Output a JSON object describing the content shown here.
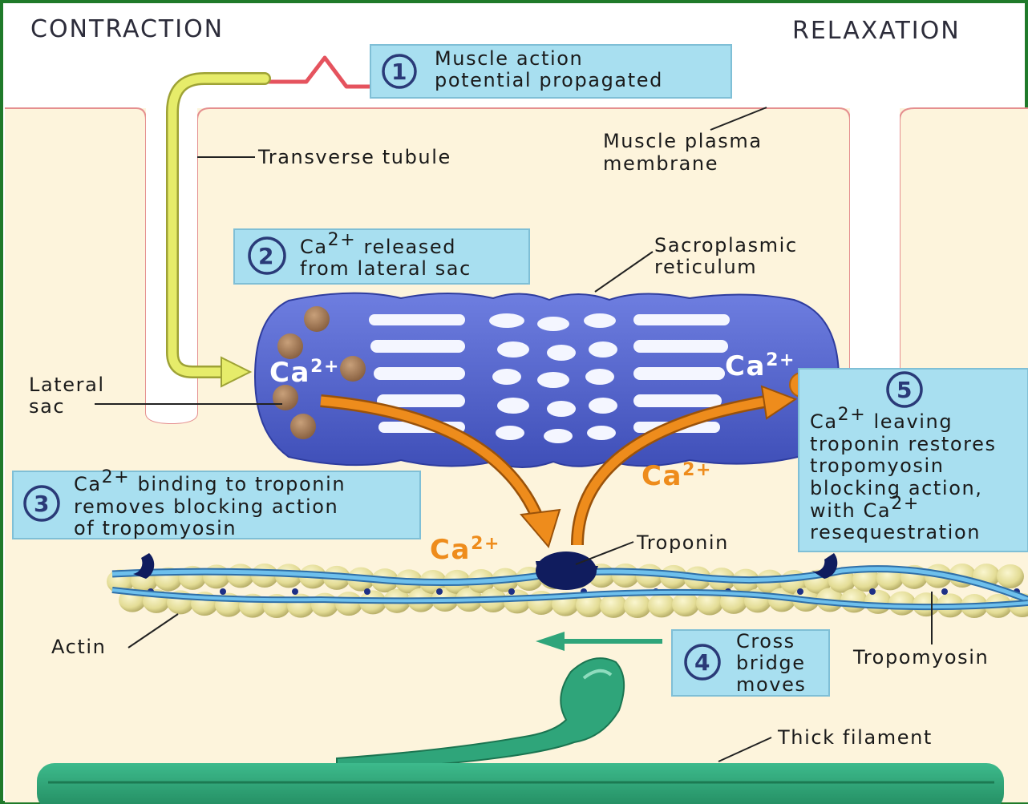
{
  "headers": {
    "left": "CONTRACTION",
    "right": "RELAXATION"
  },
  "steps": [
    {
      "number": "1",
      "lines": [
        "Muscle action",
        "potential propagated"
      ]
    },
    {
      "number": "2",
      "ca": "Ca",
      "ca_sup": "2+",
      "lines": [
        " released",
        "from lateral sac"
      ]
    },
    {
      "number": "3",
      "ca": "Ca",
      "ca_sup": "2+",
      "lines": [
        " binding to troponin",
        "removes blocking action",
        "of tropomyosin"
      ]
    },
    {
      "number": "4",
      "lines": [
        "Cross",
        "bridge",
        "moves"
      ]
    },
    {
      "number": "5",
      "ca": "Ca",
      "ca_sup": "2+",
      "lines": [
        " leaving",
        "troponin restores",
        "tropomyosin",
        "blocking action,",
        "with Ca",
        "resequestration"
      ],
      "ca_sup_2": "2+"
    }
  ],
  "labels": {
    "transverse_tubule": "Transverse tubule",
    "plasma_membrane": [
      "Muscle plasma",
      "membrane"
    ],
    "sarcoplasmic": [
      "Sacroplasmic",
      "reticulum"
    ],
    "lateral_sac": [
      "Lateral",
      "sac"
    ],
    "troponin": "Troponin",
    "actin": "Actin",
    "tropomyosin": "Tropomyosin",
    "thick_filament": "Thick filament"
  },
  "ions": {
    "ca": "Ca",
    "sup": "2+"
  },
  "colors": {
    "frame": "#1f7a2a",
    "step_box": "#a8dff0",
    "cell": "#fdf4dc",
    "membrane": "#e58f8f",
    "reticulum": "#5566cc",
    "arrow_orange": "#ee8c1c",
    "tubule_arrow": "#e6ec6a",
    "thick_filament": "#2fa57a",
    "actin_bead": "#e8e2a0",
    "tropomyosin": "#4fa0d6",
    "troponin": "#101c5e"
  }
}
